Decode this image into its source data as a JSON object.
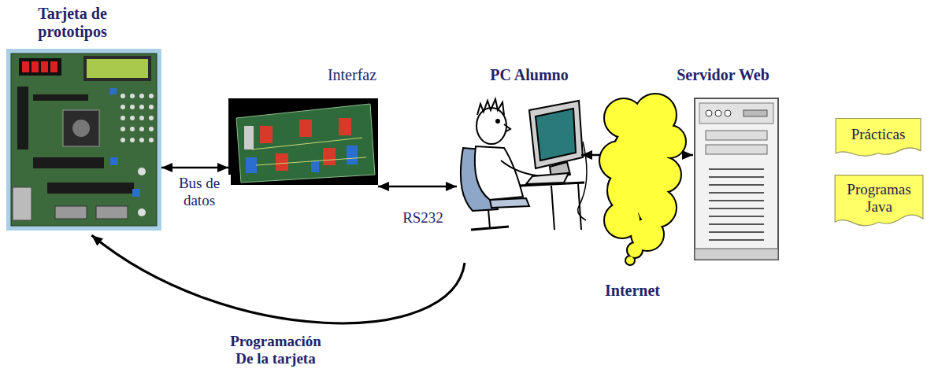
{
  "diagram": {
    "nodes": [
      {
        "text": [
          "Tarjeta de prototipos"
        ]
      },
      {
        "text": [
          "Interfaz"
        ]
      },
      {
        "text": [
          "PC Alumno"
        ]
      },
      {
        "text": [
          "Internet"
        ]
      },
      {
        "text": [
          "Servidor Web"
        ]
      },
      {
        "text": [
          "Prácticas"
        ]
      },
      {
        "text": [
          "Programas Java"
        ]
      }
    ],
    "edges": [
      {
        "from": 0,
        "to": 1,
        "arrow": "both",
        "label": "Bus de datos"
      },
      {
        "from": 1,
        "to": 2,
        "arrow": "both",
        "label": "RS232"
      },
      {
        "from": 3,
        "to": 2,
        "arrow": "to"
      },
      {
        "from": 3,
        "to": 4,
        "arrow": "to"
      },
      {
        "from": 2,
        "to": 0,
        "arrow": "to",
        "label": "Programación De la tarjeta"
      }
    ]
  }
}
